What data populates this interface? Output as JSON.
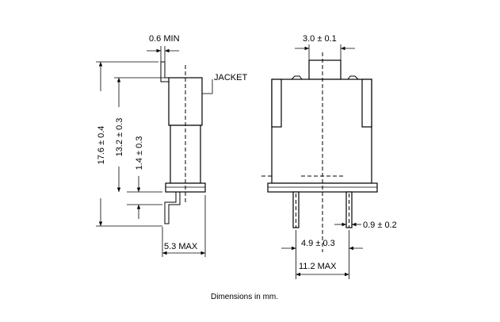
{
  "dimensions": {
    "lead_min_width": "0.6 MIN",
    "total_height": "17.6 ± 0.4",
    "body_height": "13.2 ± 0.3",
    "seat_height": "1.4 ± 0.3",
    "side_depth": "5.3 MAX",
    "stem_width": "3.0 ± 0.1",
    "pin_diameter": "0.9 ± 0.2",
    "pin_spacing": "4.9 ± 0.3",
    "body_width": "11.2 MAX"
  },
  "labels": {
    "jacket": "JACKET"
  },
  "caption": "Dimensions in mm."
}
